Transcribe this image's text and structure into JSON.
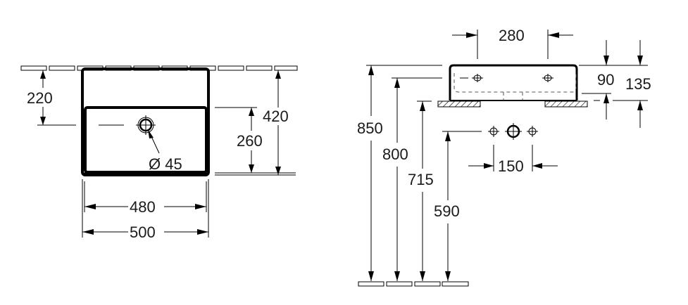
{
  "diagram": {
    "type": "technical dimension drawing",
    "views": {
      "top_view": {
        "labels": {
          "dim_220": "220",
          "dim_420": "420",
          "dim_260": "260",
          "dim_drain": "Ø 45",
          "dim_480": "480",
          "dim_500": "500"
        }
      },
      "side_view": {
        "labels": {
          "dim_280": "280",
          "dim_90": "90",
          "dim_135": "135",
          "dim_850": "850",
          "dim_800": "800",
          "dim_715": "715",
          "dim_590": "590",
          "dim_150": "150"
        }
      }
    },
    "colors": {
      "line": "#000000",
      "text": "#1a1a1a",
      "background": "#ffffff",
      "hidden_line": "#555555"
    }
  }
}
